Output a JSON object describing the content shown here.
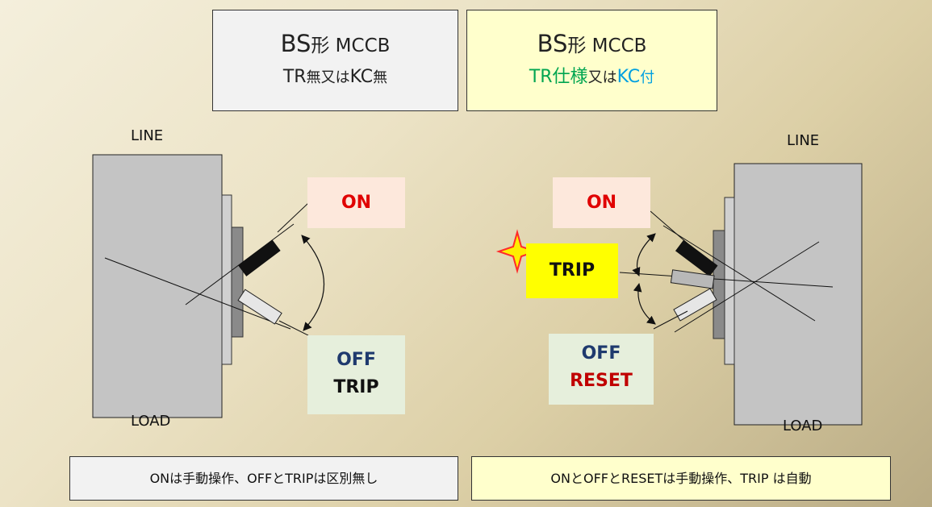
{
  "header_left": {
    "line1_main": "BS",
    "line1_sm": "形",
    "line1_rest": " MCCB",
    "line2_a": "TR",
    "line2_b": "無",
    "line2_c": "又",
    "line2_d": "は",
    "line2_e": "KC",
    "line2_f": "無"
  },
  "header_right": {
    "line1_main": "BS",
    "line1_sm": "形",
    "line1_rest": " MCCB",
    "line2_a": "TR仕様",
    "line2_b": "又",
    "line2_c": "は",
    "line2_d": "KC",
    "line2_e": "付"
  },
  "left": {
    "line_label": "LINE",
    "load_label": "LOAD",
    "on": "ON",
    "off": "OFF",
    "trip": "TRIP"
  },
  "right": {
    "line_label": "LINE",
    "load_label": "LOAD",
    "on": "ON",
    "trip": "TRIP",
    "off": "OFF",
    "reset": "RESET"
  },
  "footer": {
    "left": "ONは手動操作、OFFとTRIPは区別無し",
    "right": "ONとOFFとRESETは手動操作、TRIP は自動"
  },
  "colors": {
    "on": "#e00000",
    "off": "#1f3a6e",
    "reset": "#c00000",
    "trip_highlight": "#ffff00",
    "tr_spec": "#00a550",
    "kc": "#00a0e0"
  }
}
